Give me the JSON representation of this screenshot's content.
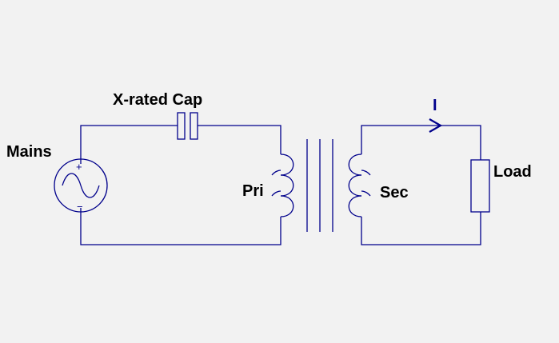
{
  "diagram": {
    "labels": {
      "capacitor": "X-rated  Cap",
      "source": "Mains",
      "primary": "Pri",
      "secondary": "Sec",
      "load": "Load",
      "current": "I"
    },
    "source_terminals": {
      "plus": "+",
      "minus": "−"
    },
    "colors": {
      "background": "#f2f2f2",
      "wire": "#00008b",
      "text": "#000000"
    }
  }
}
